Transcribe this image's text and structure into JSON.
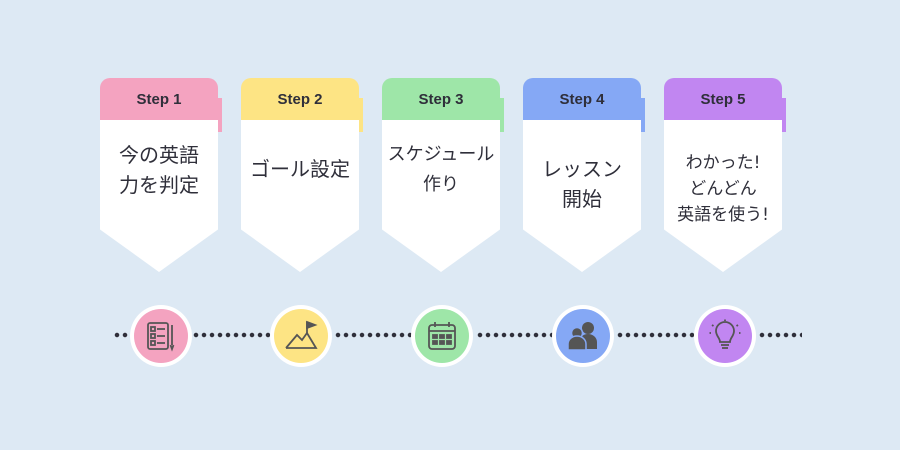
{
  "steps": [
    {
      "label": "Step 1",
      "text": "今の英語\n力を判定",
      "icon": "checklist-icon",
      "color": "#f4a3c0"
    },
    {
      "label": "Step 2",
      "text": "ゴール設定",
      "icon": "mountain-flag-icon",
      "color": "#fde484"
    },
    {
      "label": "Step 3",
      "text": "スケジュール\n作り",
      "icon": "calendar-icon",
      "color": "#9ee6a8"
    },
    {
      "label": "Step 4",
      "text": "レッスン\n開始",
      "icon": "people-icon",
      "color": "#85a8f5"
    },
    {
      "label": "Step 5",
      "text": "わかった!\nどんどん\n英語を使う!",
      "icon": "lightbulb-icon",
      "color": "#c186f1"
    }
  ]
}
